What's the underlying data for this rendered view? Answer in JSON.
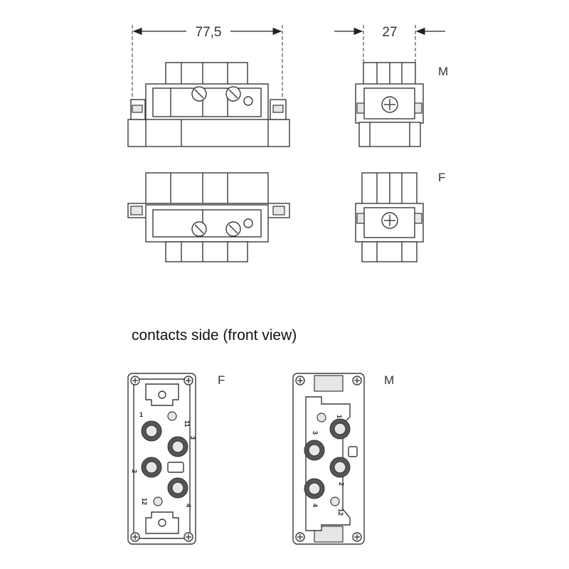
{
  "dimensions": {
    "width_label": "77,5",
    "depth_label": "27"
  },
  "view_labels": {
    "side_male": "M",
    "side_female": "F",
    "front_female": "F",
    "front_male": "M"
  },
  "caption": "contacts side (front view)",
  "female_pins": [
    "1",
    "11",
    "3",
    "2",
    "12",
    "4"
  ],
  "male_pins": [
    "1",
    "3",
    "2",
    "4",
    "12"
  ],
  "colors": {
    "line": "#3a3a3a",
    "background": "#ffffff",
    "contact": "#555555"
  }
}
